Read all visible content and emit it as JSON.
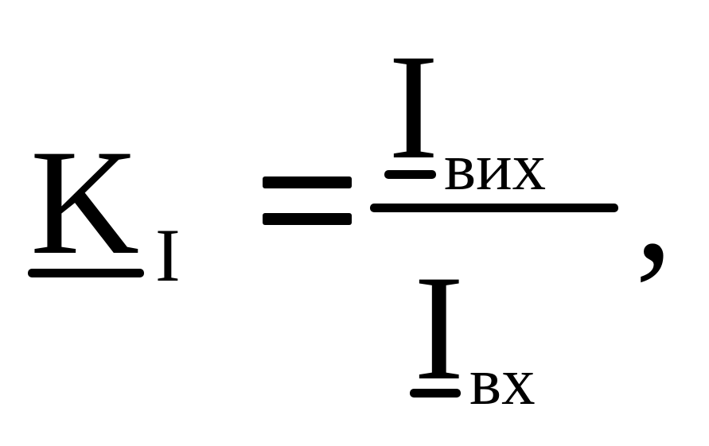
{
  "formula": {
    "lhs": {
      "symbol": "K",
      "subscript": "I"
    },
    "relation": "=",
    "fraction": {
      "numerator": {
        "symbol": "I",
        "subscript": "вих"
      },
      "denominator": {
        "symbol": "I",
        "subscript": "вх"
      }
    },
    "trailing": ","
  }
}
